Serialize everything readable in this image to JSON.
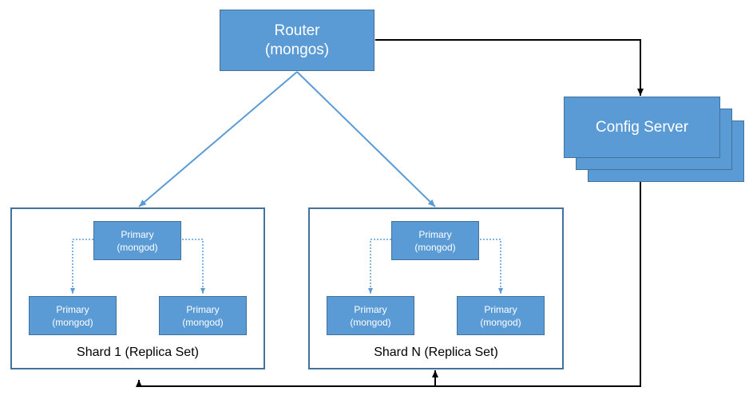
{
  "router": {
    "line1": "Router",
    "line2": "(mongos)"
  },
  "config_server": {
    "label": "Config Server"
  },
  "shards": [
    {
      "label": "Shard 1 (Replica Set)",
      "top": {
        "line1": "Primary",
        "line2": "(mongod)"
      },
      "left": {
        "line1": "Primary",
        "line2": "(mongod)"
      },
      "right": {
        "line1": "Primary",
        "line2": "(mongod)"
      }
    },
    {
      "label": "Shard N (Replica Set)",
      "top": {
        "line1": "Primary",
        "line2": "(mongod)"
      },
      "left": {
        "line1": "Primary",
        "line2": "(mongod)"
      },
      "right": {
        "line1": "Primary",
        "line2": "(mongod)"
      }
    }
  ],
  "colors": {
    "box_fill": "#5b9bd5",
    "box_border": "#41719c",
    "connector_black": "#000000"
  }
}
